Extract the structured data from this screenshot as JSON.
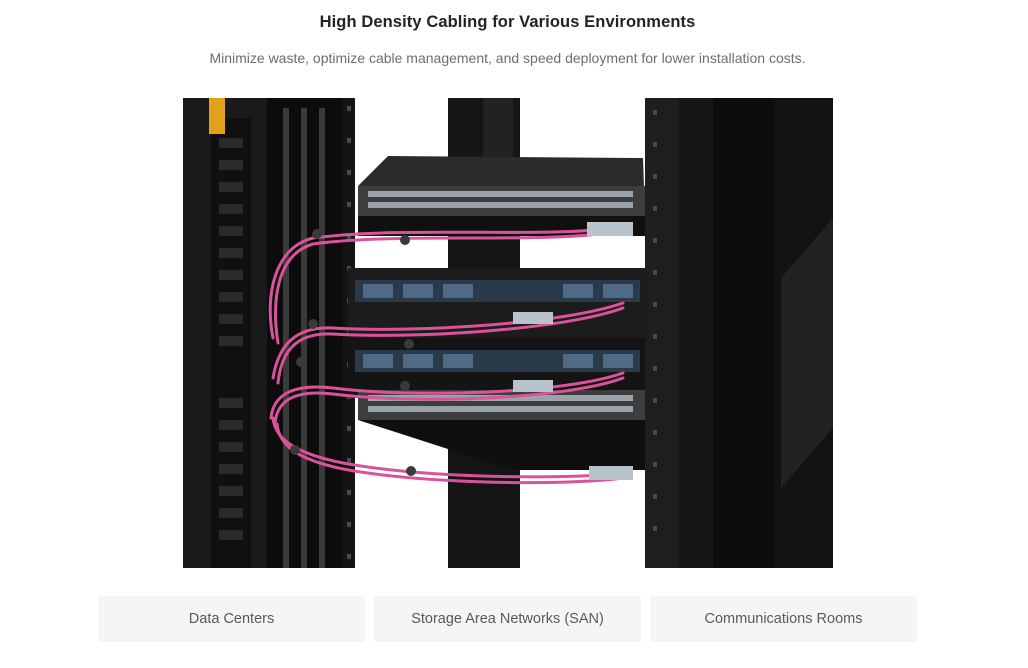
{
  "section": {
    "title": "High Density Cabling for Various Environments",
    "subtitle": "Minimize waste, optimize cable management, and speed deployment for lower installation costs."
  },
  "photo": {
    "subject": "server-rack-with-switches-and-pink-fiber-cables",
    "colors": {
      "rack": "#1a1a1a",
      "cable": "#d9539b",
      "port_panel": "#2b3a4a",
      "switch_face": "#3a3a3a"
    }
  },
  "tabs": [
    {
      "label": "Data Centers"
    },
    {
      "label": "Storage Area Networks (SAN)"
    },
    {
      "label": "Communications Rooms"
    }
  ]
}
